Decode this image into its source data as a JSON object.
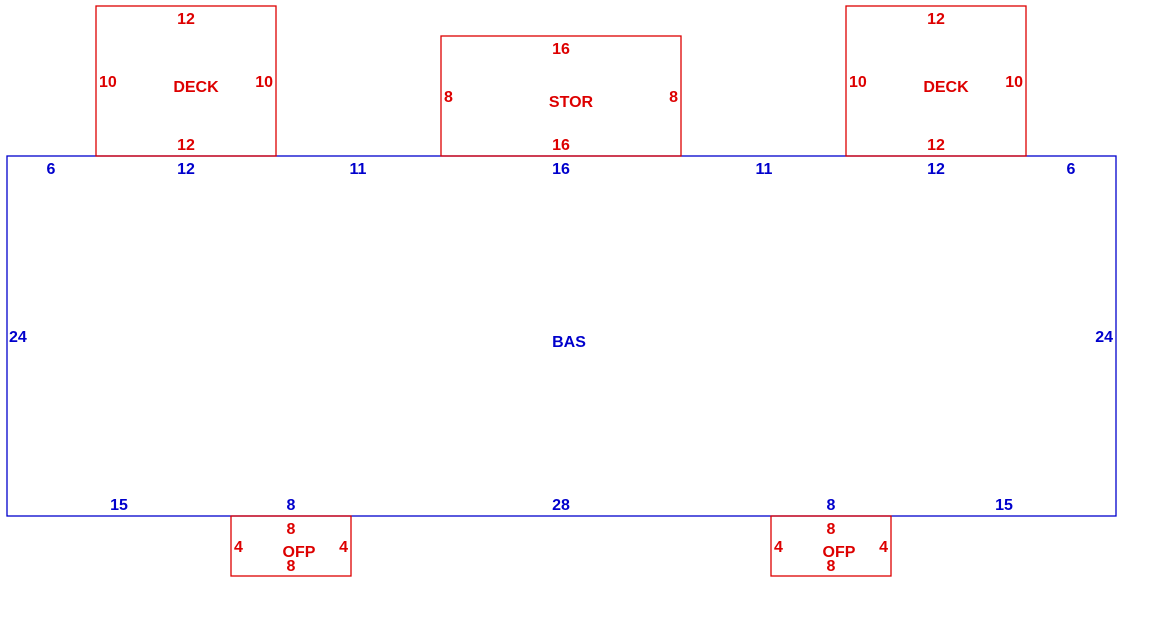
{
  "colors": {
    "main": "#0000cc",
    "addon": "#dd0000",
    "background": "#ffffff"
  },
  "main_area": {
    "label": "BAS",
    "top_dims": [
      "6",
      "12",
      "11",
      "16",
      "11",
      "12",
      "6"
    ],
    "left_dim": "24",
    "right_dim": "24",
    "bottom_dims": [
      "15",
      "8",
      "28",
      "8",
      "15"
    ]
  },
  "deck_left": {
    "label": "DECK",
    "top": "12",
    "bottom": "12",
    "left": "10",
    "right": "10"
  },
  "storage": {
    "label": "STOR",
    "top": "16",
    "bottom": "16",
    "left": "8",
    "right": "8"
  },
  "deck_right": {
    "label": "DECK",
    "top": "12",
    "bottom": "12",
    "left": "10",
    "right": "10"
  },
  "ofp_left": {
    "label": "OFP",
    "top": "8",
    "bottom": "8",
    "left": "4",
    "right": "4"
  },
  "ofp_right": {
    "label": "OFP",
    "top": "8",
    "bottom": "8",
    "left": "4",
    "right": "4"
  }
}
